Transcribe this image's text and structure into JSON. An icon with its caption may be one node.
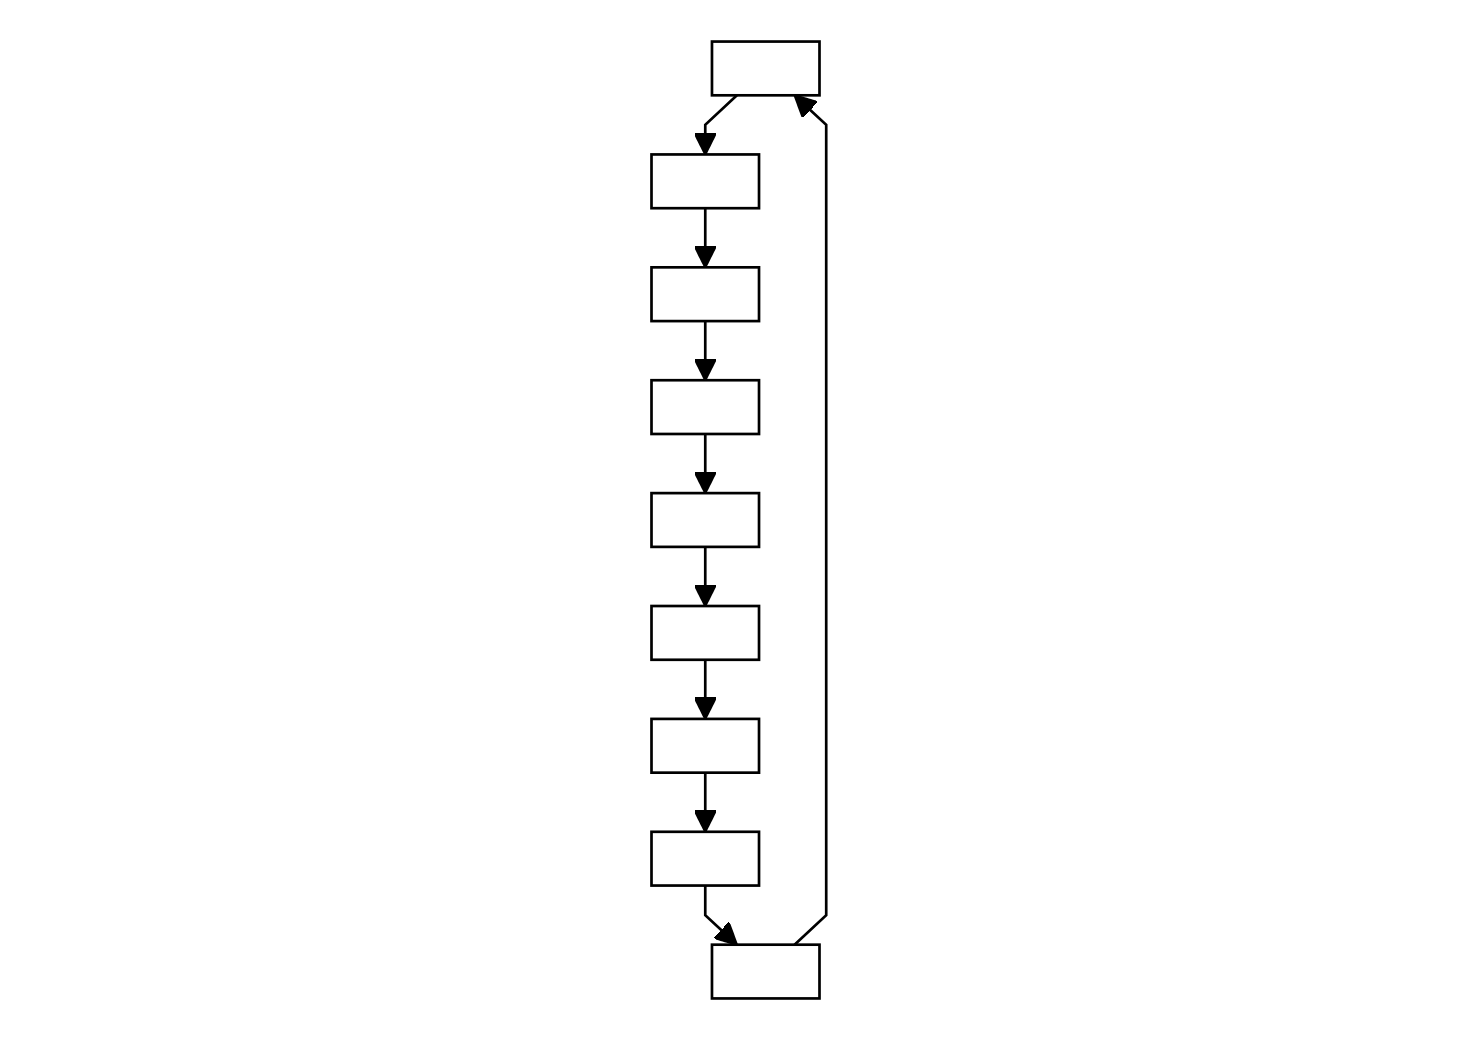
{
  "diagram": {
    "nodes": [
      {
        "text": [],
        "shape": "box"
      },
      {
        "text": [],
        "shape": "box"
      },
      {
        "text": [],
        "shape": "box"
      },
      {
        "text": [],
        "shape": "box"
      },
      {
        "text": [],
        "shape": "box"
      },
      {
        "text": [],
        "shape": "box"
      },
      {
        "text": [],
        "shape": "box"
      },
      {
        "text": [],
        "shape": "box"
      },
      {
        "text": [],
        "shape": "box"
      }
    ],
    "edges": [
      {
        "from": 0,
        "to": 1,
        "arrow": "to"
      },
      {
        "from": 1,
        "to": 2,
        "arrow": "to"
      },
      {
        "from": 2,
        "to": 3,
        "arrow": "to"
      },
      {
        "from": 3,
        "to": 4,
        "arrow": "to"
      },
      {
        "from": 4,
        "to": 5,
        "arrow": "to"
      },
      {
        "from": 5,
        "to": 6,
        "arrow": "to"
      },
      {
        "from": 6,
        "to": 7,
        "arrow": "to"
      },
      {
        "from": 7,
        "to": 8,
        "arrow": "to"
      },
      {
        "from": 8,
        "to": 0,
        "arrow": "to"
      }
    ]
  }
}
